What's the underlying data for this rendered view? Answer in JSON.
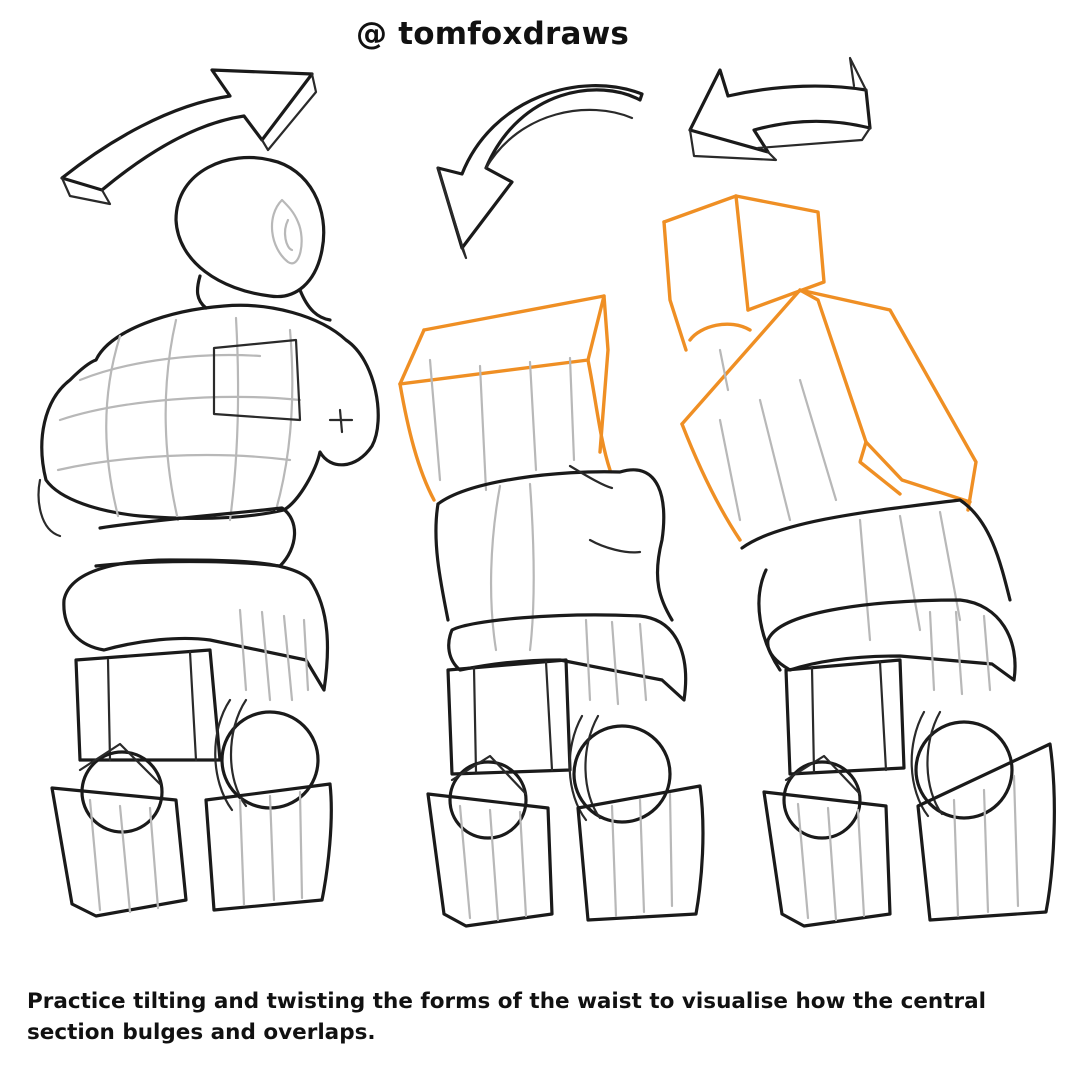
{
  "credit": "@ tomfoxdraws",
  "caption": "Practice tilting and twisting the forms of the waist to visualise how the central section bulges and overlaps.",
  "colors": {
    "ink": "#1a1a1a",
    "construction": "#b8b8b8",
    "accent": "#ef8f24",
    "background": "#ffffff"
  },
  "figures": [
    {
      "name": "figure-rotating",
      "arrow": "rotate-right-arrow"
    },
    {
      "name": "figure-tilting-forward",
      "arrow": "curve-down-arrow"
    },
    {
      "name": "figure-twisting",
      "arrow": "curve-back-arrow"
    }
  ]
}
